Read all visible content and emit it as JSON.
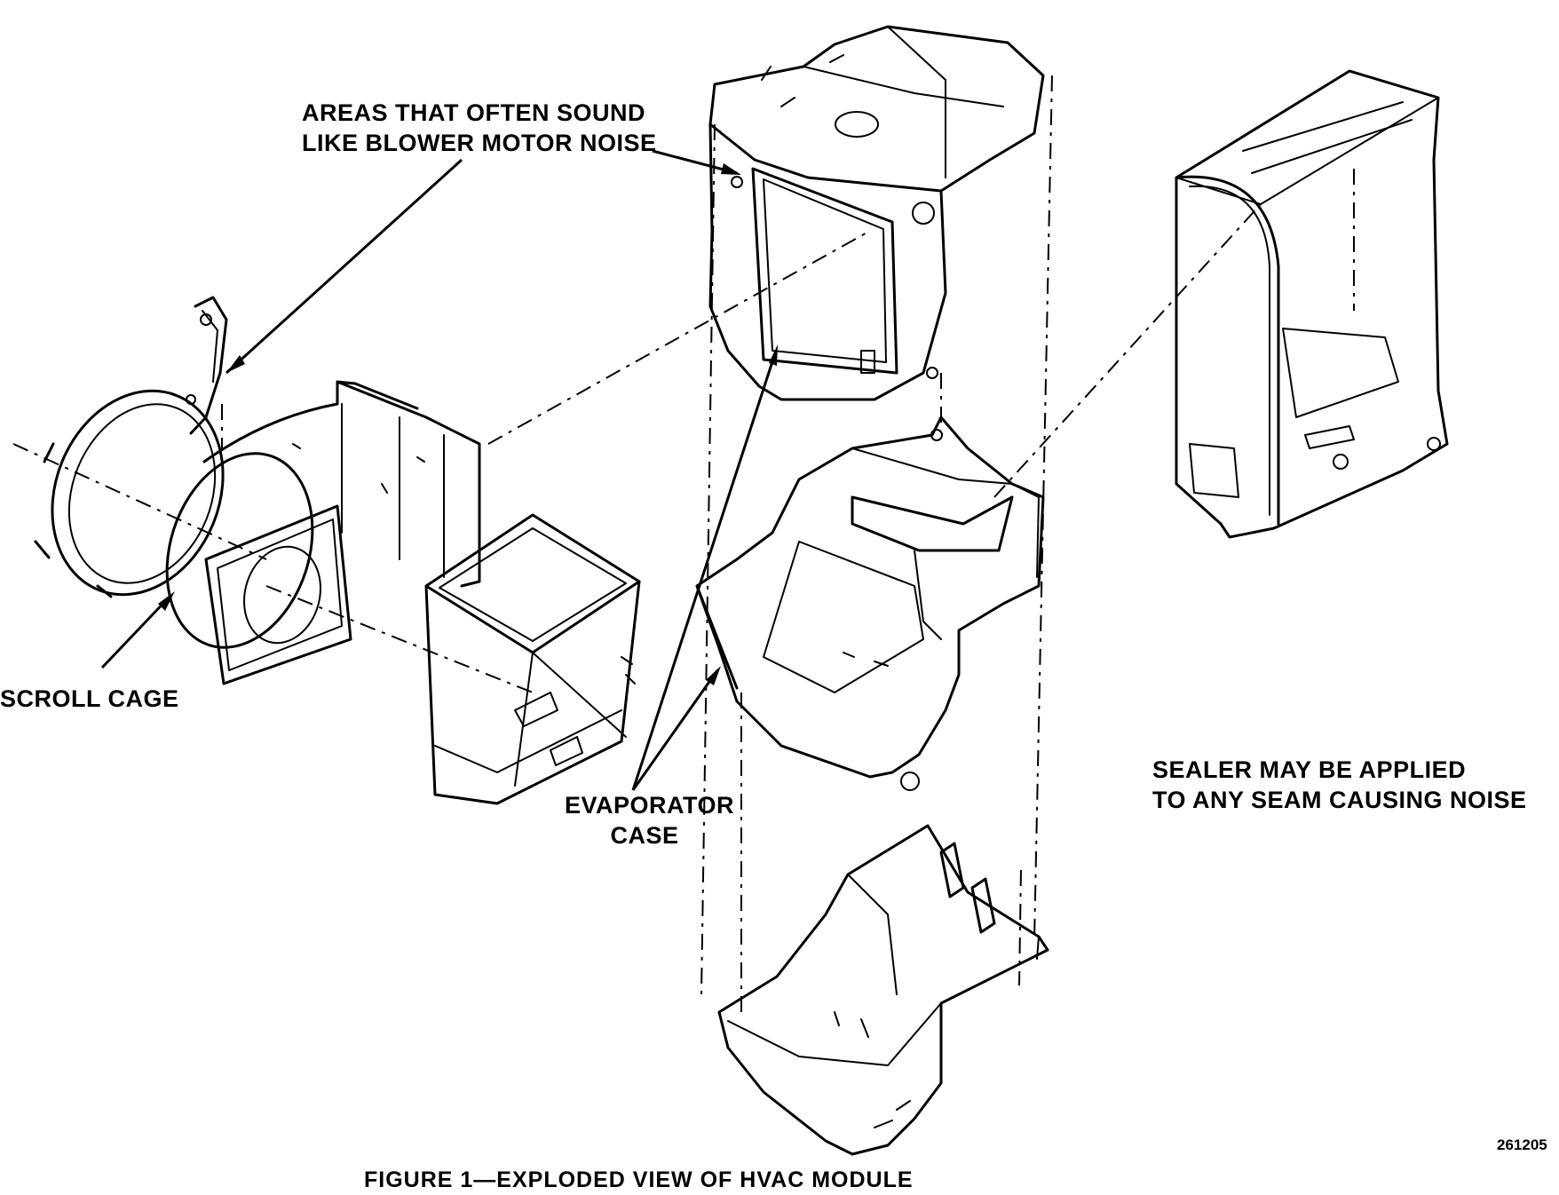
{
  "labels": {
    "areas_line1": "AREAS THAT OFTEN SOUND",
    "areas_line2": "LIKE BLOWER MOTOR NOISE",
    "scroll_cage": "SCROLL CAGE",
    "evaporator_line1": "EVAPORATOR",
    "evaporator_line2": "CASE",
    "sealer_line1": "SEALER MAY BE APPLIED",
    "sealer_line2": "TO ANY SEAM CAUSING NOISE"
  },
  "caption": "FIGURE 1—EXPLODED VIEW OF HVAC MODULE",
  "figure_number": "261205",
  "icons": [
    "scroll-cage-part",
    "blower-housing-part",
    "air-inlet-duct-part",
    "evaporator-case-upper-part",
    "evaporator-case-middle-part",
    "evaporator-case-lower-part",
    "heater-case-part"
  ],
  "colors": {
    "ink": "#000000",
    "paper": "#ffffff"
  }
}
